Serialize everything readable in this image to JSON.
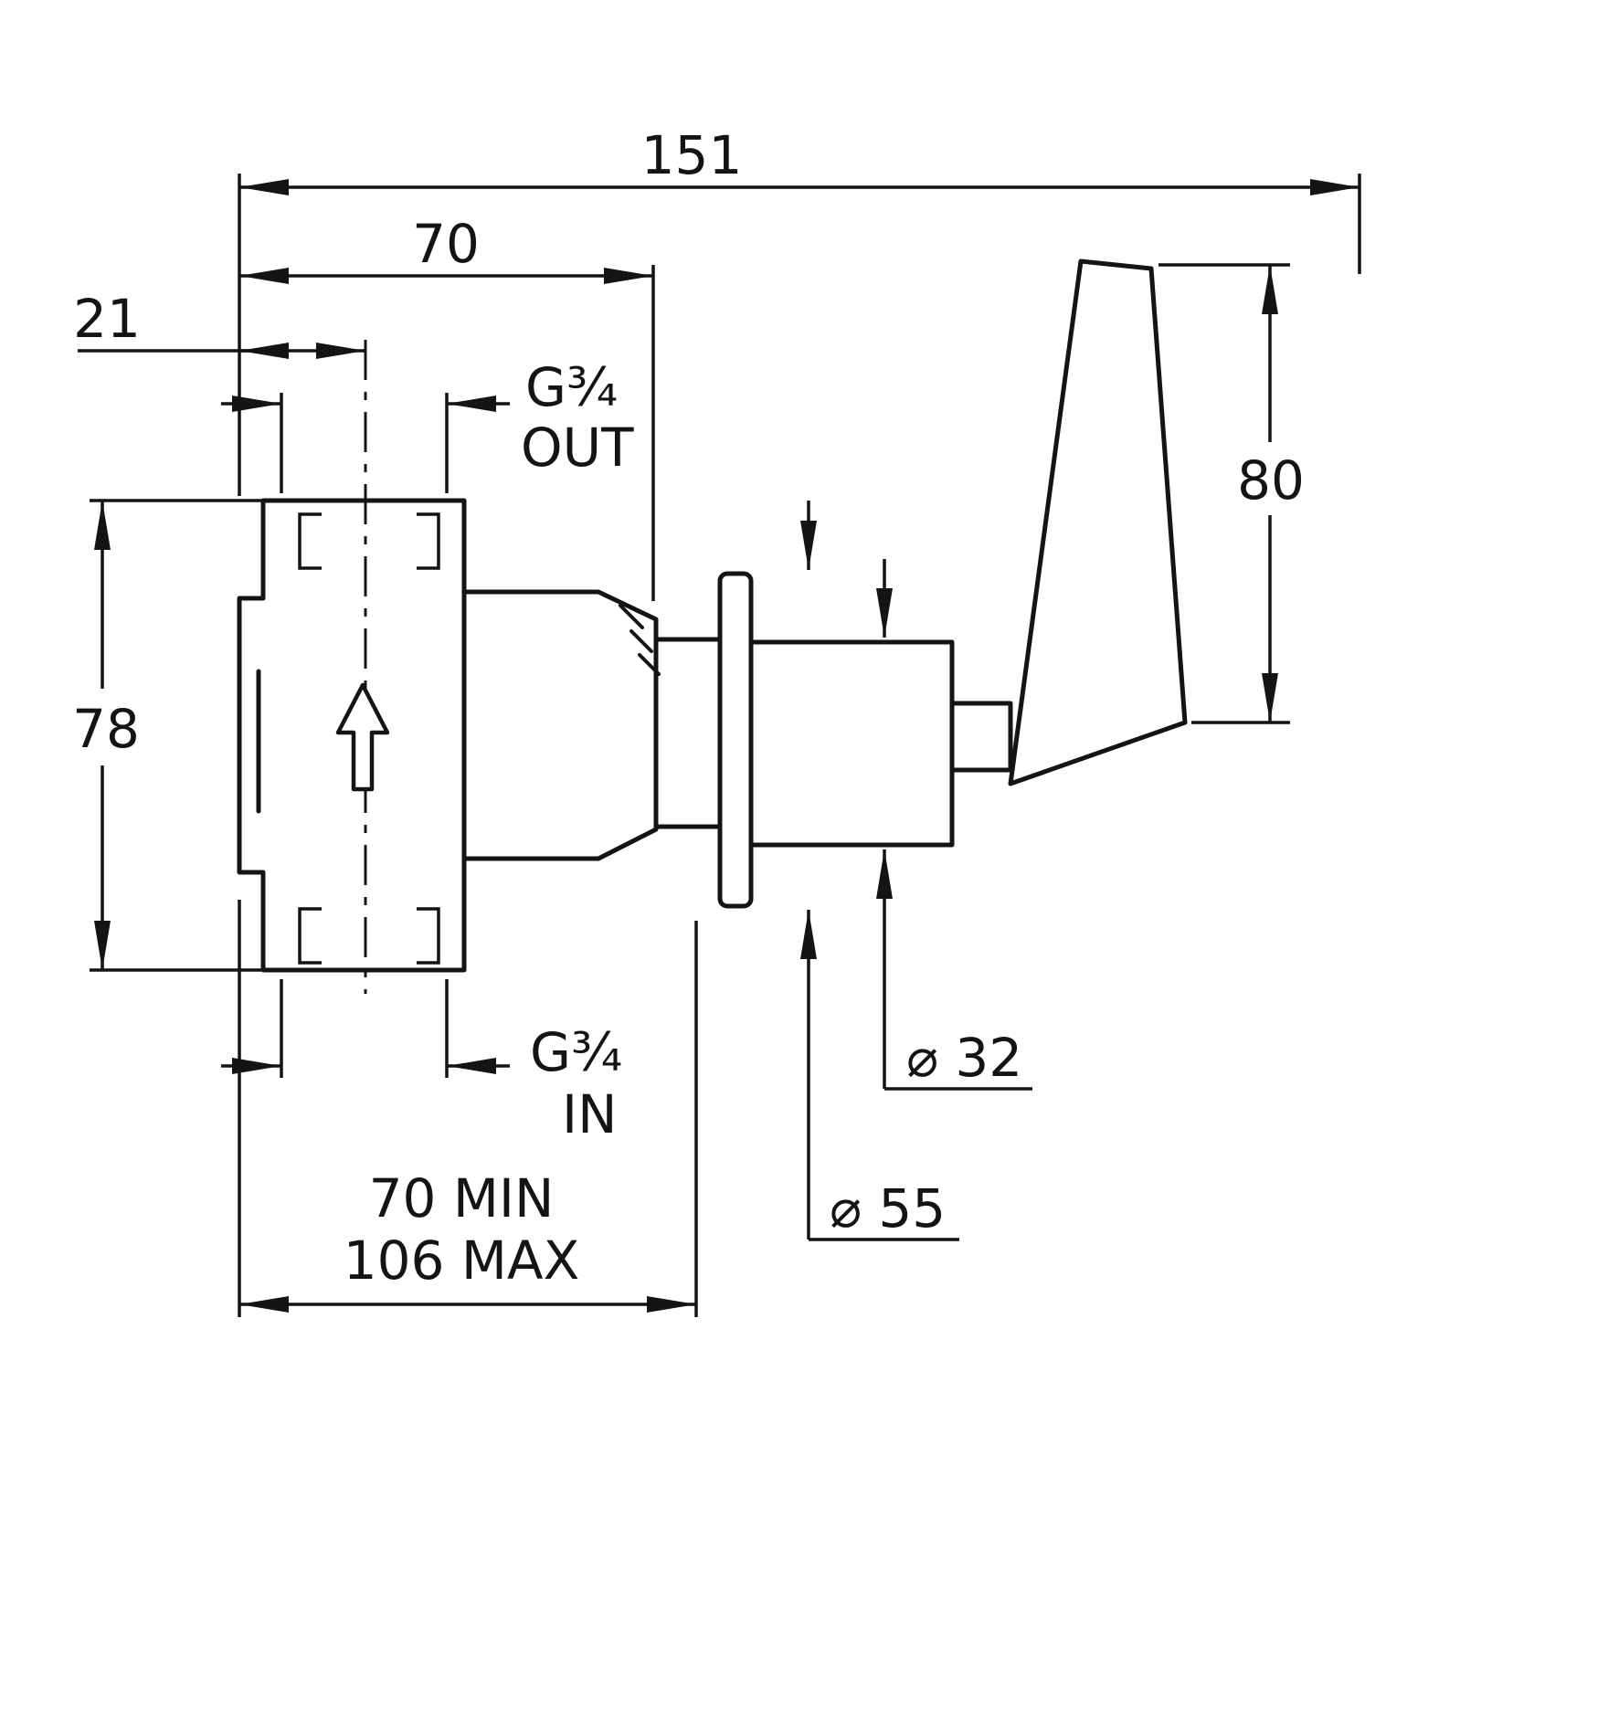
{
  "page": {
    "background": "#ffffff",
    "line_color": "#141414"
  },
  "drawing": {
    "type": "technical-dimension-drawing",
    "subject": "concealed valve body with wall flange and lever handle, side elevation",
    "labels": {
      "overall_length": "151",
      "body_width": "70",
      "port_offset": "21",
      "outlet_thread": "G¾",
      "outlet_port": "OUT",
      "body_height": "78",
      "handle_height": "80",
      "inlet_thread": "G¾",
      "inlet_port": "IN",
      "sleeve_diameter": "⌀ 32",
      "flange_diameter": "⌀ 55",
      "depth_min": "70 MIN",
      "depth_max": "106 MAX"
    }
  }
}
